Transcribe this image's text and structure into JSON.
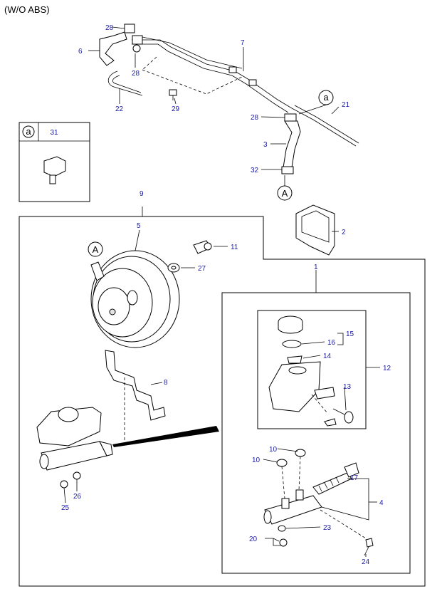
{
  "diagram": {
    "title": "(W/O ABS)",
    "inset": {
      "circle_label": "a",
      "number": "31"
    },
    "circle_labels": {
      "a": "a",
      "A_top": "A",
      "A_booster": "A"
    },
    "callouts": {
      "n28a": "28",
      "n28b": "28",
      "n28c": "28",
      "n6": "6",
      "n7": "7",
      "n22": "22",
      "n29": "29",
      "n21": "21",
      "n3": "3",
      "n32": "32",
      "n9": "9",
      "n2": "2",
      "n5": "5",
      "n11": "11",
      "n27": "27",
      "n1": "1",
      "n15": "15",
      "n16": "16",
      "n14": "14",
      "n12": "12",
      "n13": "13",
      "n8": "8",
      "n10a": "10",
      "n10b": "10",
      "n17": "17",
      "n4": "4",
      "n23": "23",
      "n20": "20",
      "n24": "24",
      "n26": "26",
      "n25": "25"
    }
  }
}
